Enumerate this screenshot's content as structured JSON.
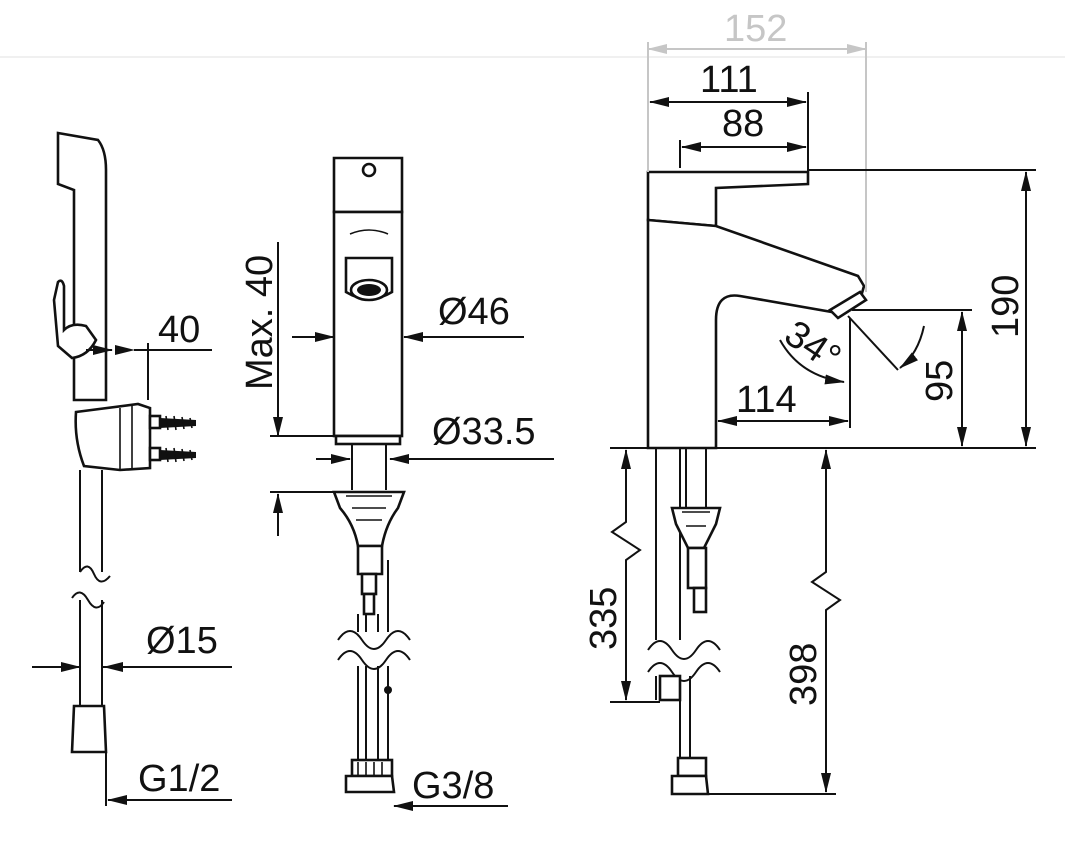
{
  "colors": {
    "line": "#111111",
    "muted_dimension": "#c6c6c6",
    "background": "#ffffff"
  },
  "dimensions": {
    "handshower_outlet": "40",
    "hose_diameter": "Ø15",
    "hose_thread": "G1/2",
    "max_deck_thickness": "Max. 40",
    "body_diameter": "Ø46",
    "shank_diameter": "Ø33.5",
    "supply_thread": "G3/8",
    "overall_depth": "152",
    "lever_depth": "111",
    "lever_depth_inner": "88",
    "spout_reach": "114",
    "total_height": "190",
    "outlet_height": "95",
    "spray_angle": "34°",
    "hose_length_short": "335",
    "hose_length_long": "398"
  }
}
